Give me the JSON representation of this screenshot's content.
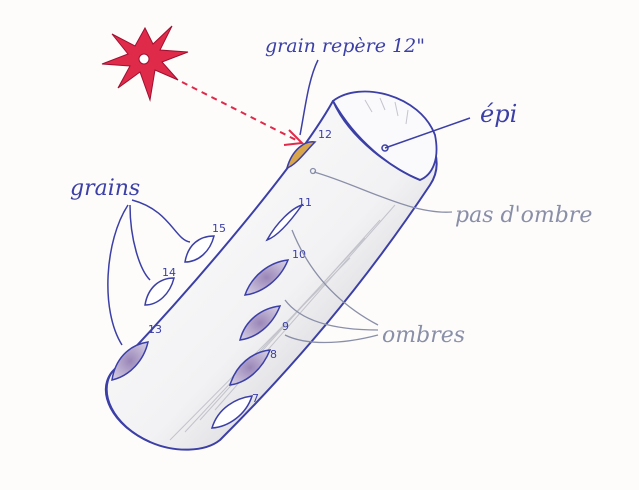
{
  "labels": {
    "grain_repere": "grain repère 12\"",
    "epi": "épi",
    "grains": "grains",
    "pas_d_ombre": "pas d'ombre",
    "ombres": "ombres"
  },
  "grain_numbers": {
    "n12": "12",
    "n11": "11",
    "n10": "10",
    "n9": "9",
    "n8": "8",
    "n7": "7",
    "n13": "13",
    "n14": "14",
    "n15": "15"
  },
  "colors": {
    "ink_blue": "#3b3fa6",
    "light_red": "#e02a4a",
    "shading": "#c9c9cf",
    "annotation_gray": "#8a8fa8",
    "grain_gold": "#d9a64a"
  }
}
